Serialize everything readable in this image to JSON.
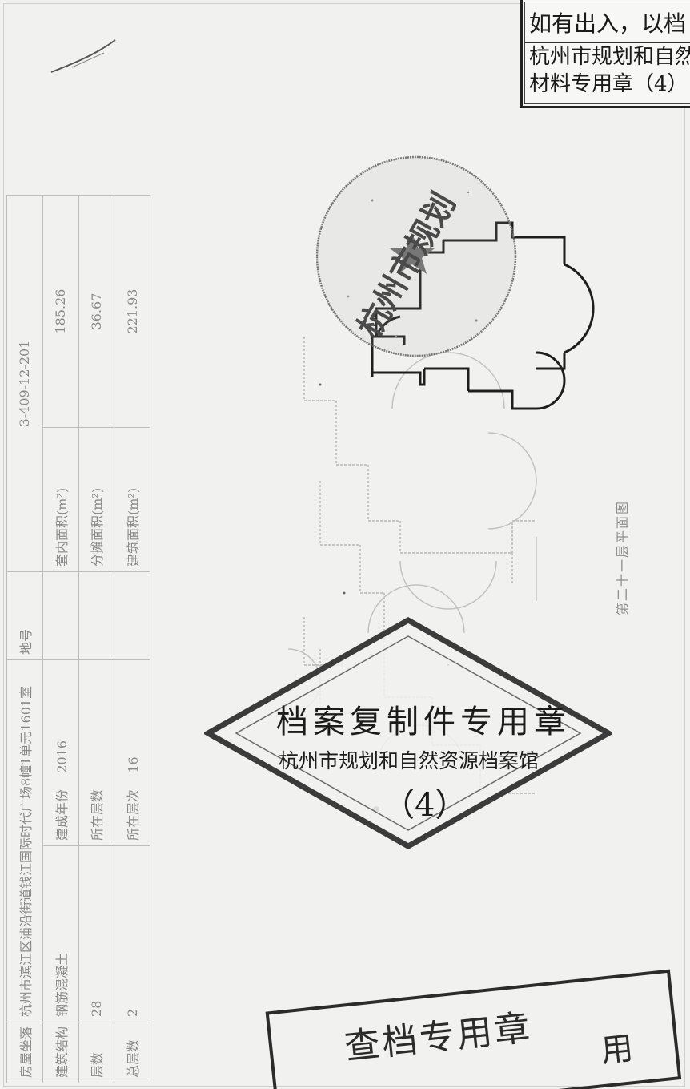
{
  "notice": {
    "line1": "如有出入，以档",
    "line2": "杭州市规划和自然",
    "line3": "材料专用章（4）"
  },
  "property_table": {
    "row1": {
      "c1": "房屋坐落",
      "c2": "杭州市滨江区浦沿街道钱江国际时代广场8幢1单元1601室",
      "c3": "地号",
      "c4": "3-409-12-201"
    },
    "row2": {
      "c1": "建筑结构",
      "c2": "钢筋混凝土",
      "c3": "建成年份",
      "c4": "2016",
      "c5": "套内面积(m²)",
      "c6": "185.26"
    },
    "row3": {
      "c1": "层数",
      "c2": "28",
      "c3": "所在层数",
      "c4": "",
      "c5": "分摊面积(m²)",
      "c6": "36.67"
    },
    "row4": {
      "c1": "总层数",
      "c2": "2",
      "c3": "所在层次",
      "c4": "16",
      "c5": "建筑面积(m²)",
      "c6": "221.93"
    }
  },
  "floorplan_caption": "第二十一层平面图",
  "round_seal_text": "杭州市规划",
  "diamond_stamp": {
    "title": "档案复制件专用章",
    "org": "杭州市规划和自然资源档案馆",
    "number": "（4）"
  },
  "bottom_stamp": {
    "text": "查档专用章",
    "tail": "用"
  },
  "colors": {
    "ink": "#1c1c1c",
    "faded": "#8a8a8a",
    "paper": "#f1f1ef"
  }
}
